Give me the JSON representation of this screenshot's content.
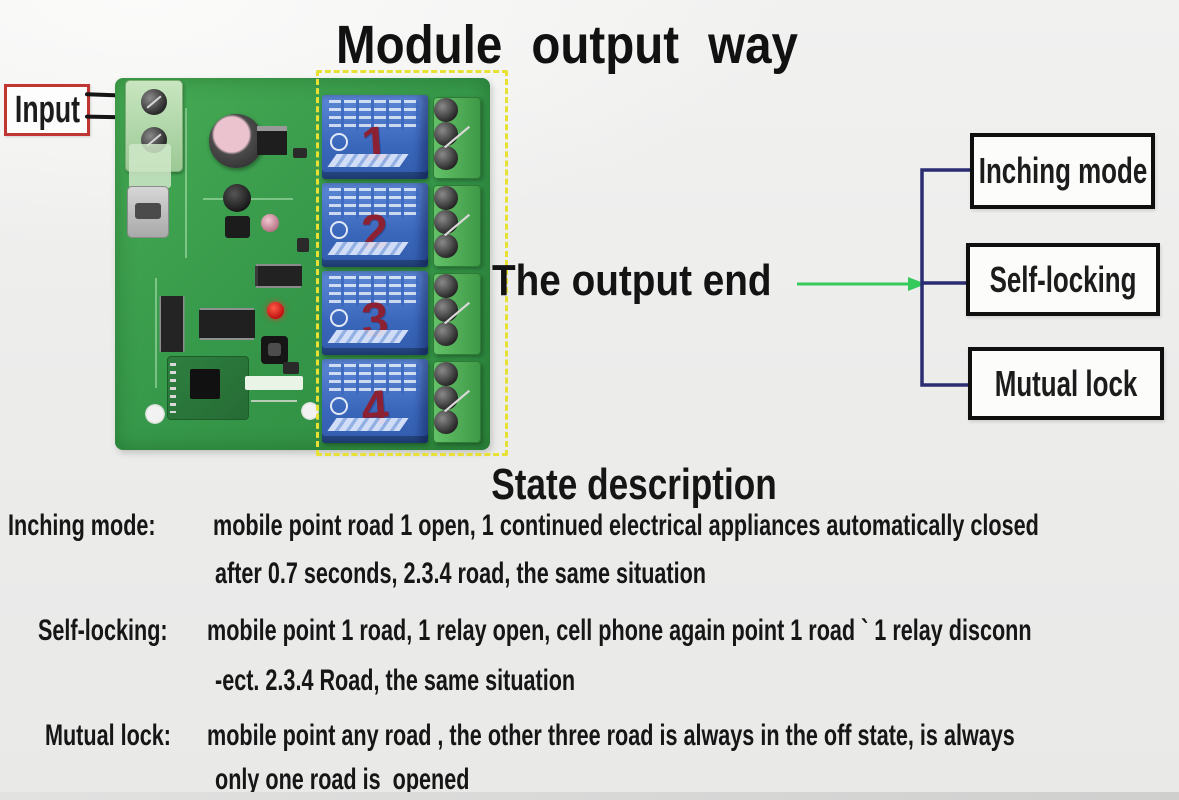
{
  "title": "Module  output  way",
  "board": {
    "input_label": "Input",
    "relay_channels": [
      "1",
      "2",
      "3",
      "4"
    ]
  },
  "flow": {
    "output_end_label": "The output end",
    "modes": [
      "Inching mode",
      "Self-locking",
      "Mutual lock"
    ]
  },
  "state_description": {
    "heading": "State description",
    "items": [
      {
        "label": "Inching mode:",
        "line1": "mobile point road 1 open, 1 continued electrical appliances automatically closed",
        "line2": "after 0.7 seconds, 2.3.4 road, the same situation"
      },
      {
        "label": "Self-locking:",
        "line1": "mobile point 1 road, 1 relay open, cell phone again point 1 road ` 1 relay disconn",
        "line2": "-ect. 2.3.4 Road, the same situation"
      },
      {
        "label": "Mutual lock:",
        "line1": "mobile point any road , the other three road is always in the off state, is always",
        "line2": "only one road is  opened"
      }
    ]
  },
  "colors": {
    "pcb_green": "#36984a",
    "relay_blue": "#3a67bb",
    "relay_number_red": "#8c2133",
    "outline_yellow": "#e8e032",
    "arrow_green": "#36c95c",
    "bracket_navy": "#2b2d72",
    "input_box_red": "#bf3632",
    "mode_box_border": "#0f0f0f"
  }
}
